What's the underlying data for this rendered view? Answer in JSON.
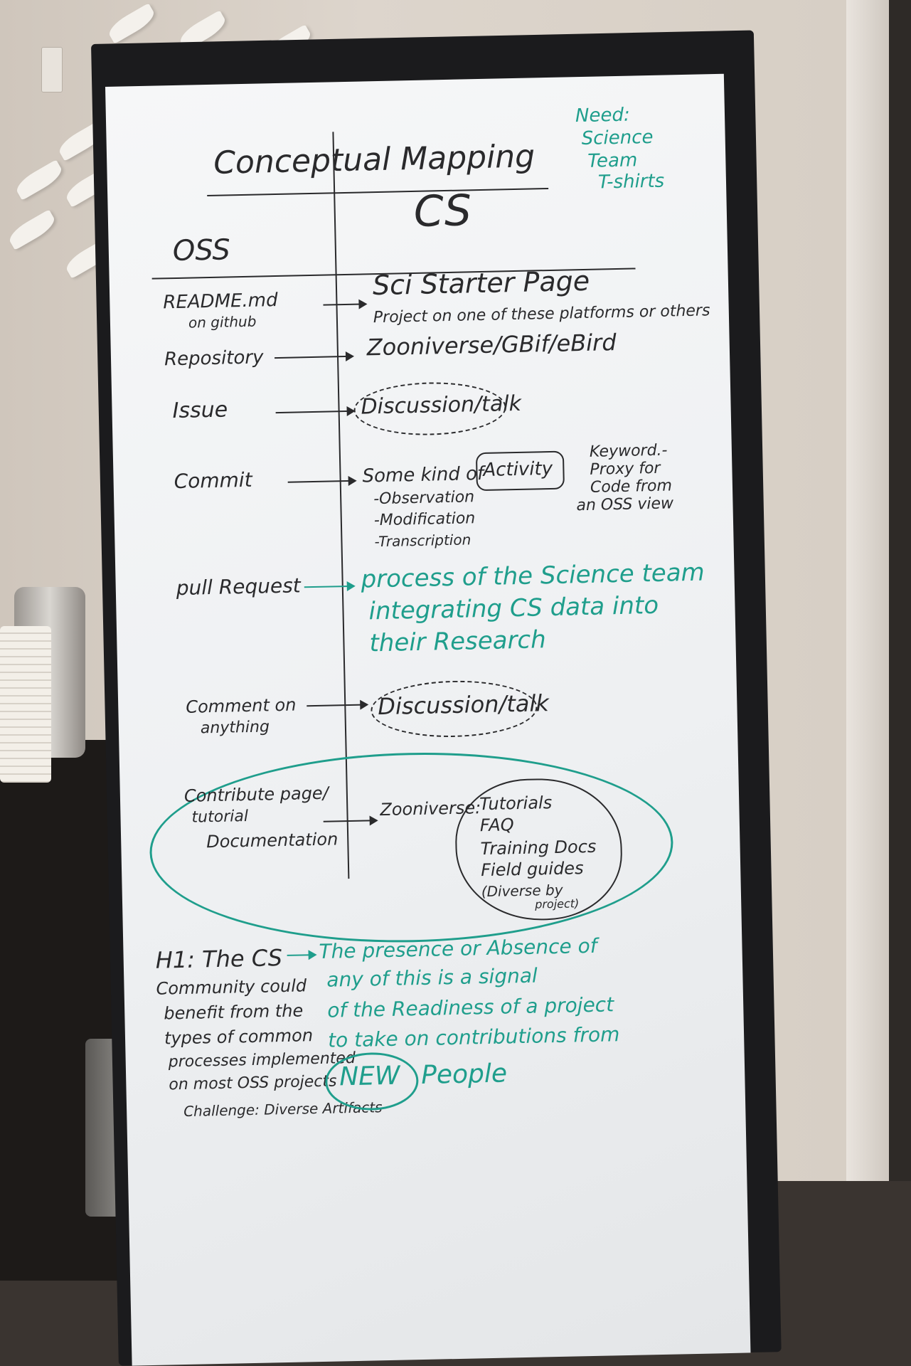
{
  "whiteboard": {
    "title": "Conceptual Mapping",
    "need_note": [
      "Need:",
      "Science",
      "Team",
      "T-shirts"
    ],
    "col_left": "OSS",
    "col_right": "CS",
    "rows": [
      {
        "left": "README.md",
        "left2": "on github",
        "right": "Sci Starter Page"
      },
      {
        "left": "Repository",
        "note": "Project on one of these platforms or others",
        "right": "Zooniverse/GBif/eBird"
      },
      {
        "left": "Issue",
        "right": "Discussion/talk"
      },
      {
        "left": "Commit",
        "right": "Some kind of",
        "activity": "Activity",
        "sub": [
          "-Observation",
          "-Modification",
          "-Transcription"
        ],
        "keyword": [
          "Keyword.-",
          "Proxy for",
          "Code from",
          "an OSS view"
        ]
      },
      {
        "left": "pull Request",
        "right": [
          "process of the Science team",
          "integrating CS data into",
          "their Research"
        ]
      },
      {
        "left": "Comment on",
        "left2": "anything",
        "right": "Discussion/talk"
      },
      {
        "left": "Contribute page/",
        "left2": "tutorial",
        "left3": "Documentation",
        "right": "Zooniverse:",
        "list": [
          "Tutorials",
          "FAQ",
          "Training Docs",
          "Field guides",
          "(Diverse by",
          "project)"
        ]
      }
    ],
    "hypothesis": [
      "H1: The CS",
      "Community could",
      "benefit from the",
      "types of common",
      "processes implemented",
      "on most OSS projects"
    ],
    "challenge": "Challenge: Diverse Artifacts",
    "green_note": [
      "The presence or Absence of",
      "any of this is a signal",
      "of the Readiness of a project",
      "to take on contributions from"
    ],
    "new_word": "NEW",
    "people": "People"
  },
  "colors": {
    "ink": "#2a2a2c",
    "teal": "#1f9e8c",
    "board": "#f2f3f5",
    "frame": "#1b1b1d"
  }
}
